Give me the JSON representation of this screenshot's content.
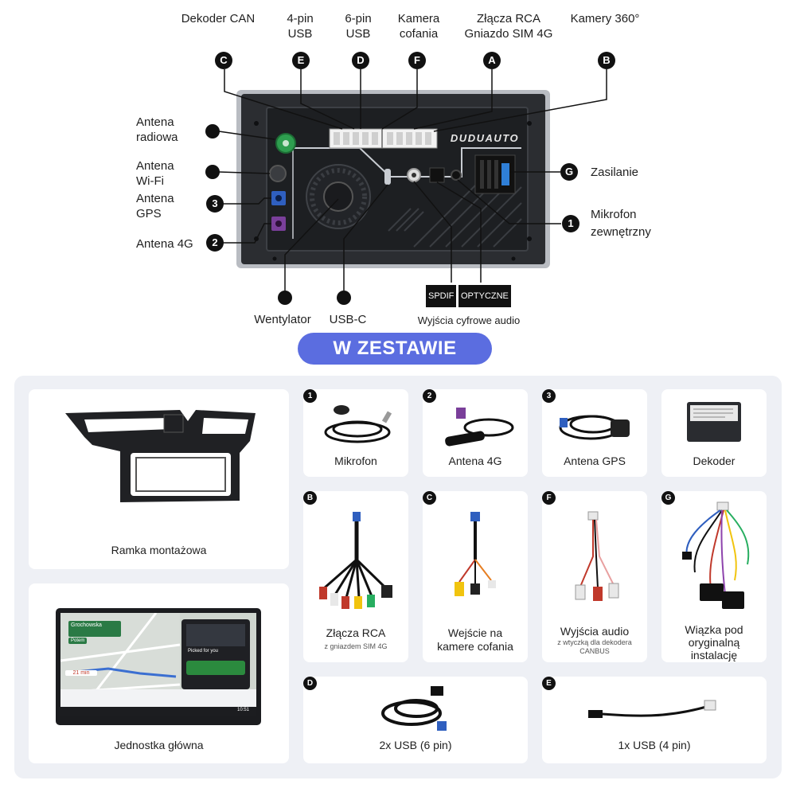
{
  "top_labels": {
    "can_decoder": "Dekoder CAN",
    "usb4_line1": "4-pin",
    "usb4_line2": "USB",
    "usb6_line1": "6-pin",
    "usb6_line2": "USB",
    "camera_line1": "Kamera",
    "camera_line2": "cofania",
    "rca_line1": "Złącza RCA",
    "rca_line2": "Gniazdo SIM 4G",
    "cam360": "Kamery 360°"
  },
  "top_badges": [
    "C",
    "E",
    "D",
    "F",
    "A",
    "B"
  ],
  "left_labels": {
    "radio_line1": "Antena",
    "radio_line2": "radiowa",
    "wifi_line1": "Antena",
    "wifi_line2": "Wi-Fi",
    "gps_line1": "Antena",
    "gps_line2": "GPS",
    "lte": "Antena 4G"
  },
  "left_badges": [
    "3",
    "2"
  ],
  "right_labels": {
    "power": "Zasilanie",
    "mic_line1": "Mikrofon",
    "mic_line2": "zewnętrzny"
  },
  "right_badges": [
    "G",
    "1"
  ],
  "bottom_labels": {
    "fan": "Wentylator",
    "usbc": "USB-C",
    "spdif": "SPDIF",
    "optical": "OPTYCZNE",
    "digital_out": "Wyjścia cyfrowe audio"
  },
  "brand": "DUDUAUTO",
  "banner": "W ZESTAWIE",
  "kit": {
    "frame": "Ramka montażowa",
    "head_unit": "Jednostka główna",
    "mic": {
      "badge": "1",
      "name": "Mikrofon"
    },
    "lte": {
      "badge": "2",
      "name": "Antena 4G"
    },
    "gps": {
      "badge": "3",
      "name": "Antena GPS"
    },
    "decoder": {
      "name": "Dekoder"
    },
    "rca": {
      "badge": "B",
      "name": "Złącza RCA",
      "sub": "z gniazdem SIM 4G"
    },
    "cam": {
      "badge": "C",
      "name_line1": "Wejście na",
      "name_line2": "kamere cofania"
    },
    "audio": {
      "badge": "F",
      "name": "Wyjścia audio",
      "sub_line1": "z wtyczką dla dekodera",
      "sub_line2": "CANBUS"
    },
    "harness": {
      "badge": "G",
      "name_line1": "Wiązka pod",
      "name_line2": "oryginalną",
      "name_line3": "instalację"
    },
    "usb6": {
      "badge": "D",
      "name": "2x USB (6 pin)"
    },
    "usb4": {
      "badge": "E",
      "name": "1x USB (4 pin)"
    }
  },
  "screen": {
    "distance": "21 min",
    "street": "Grochowska",
    "then": "Potem",
    "picked": "Picked for you",
    "clock": "10:51"
  },
  "colors": {
    "banner": "#5b6de0",
    "panel": "#eef0f5",
    "unit_body": "#2b2d31",
    "antenna_green": "#2e9e4f",
    "antenna_blue": "#2f5fbf",
    "antenna_purple": "#7a3f9a"
  }
}
